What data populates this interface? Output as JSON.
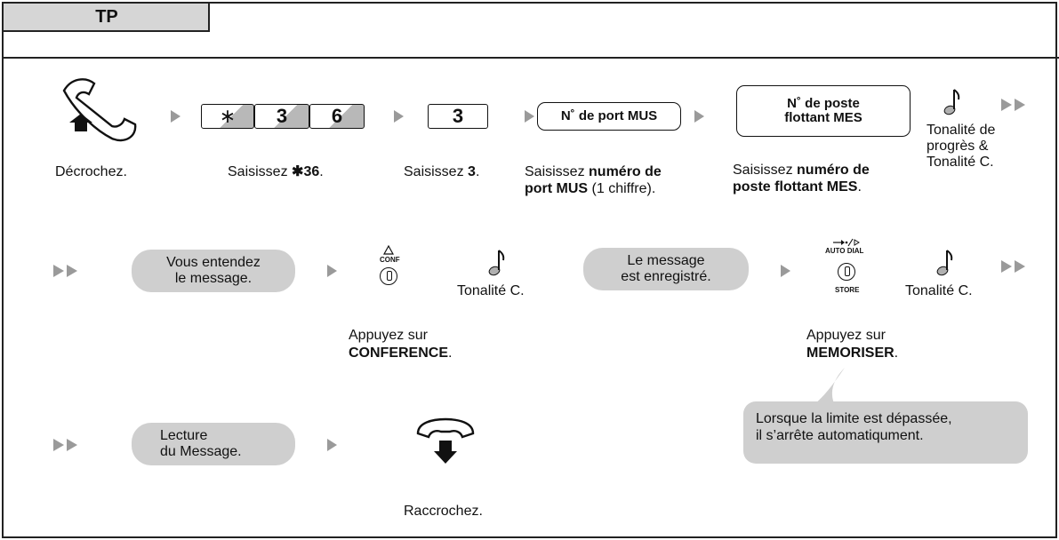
{
  "header": {
    "tab_label": "TP"
  },
  "row1": {
    "keys": {
      "star": "∗",
      "k3": "3",
      "k6": "6",
      "digit": "3"
    },
    "port_box": "N˚ de port MUS",
    "station_box": [
      "N˚ de poste",
      "flottant MES"
    ],
    "tone_text": [
      "Tonalité de",
      "progrès &",
      "Tonalité C."
    ],
    "captions": {
      "offhook": "Décrochez.",
      "enter36_prefix": "Saisissez ",
      "enter36_bold": "✱36",
      "enter36_suffix": ".",
      "enter3_prefix": "Saisissez ",
      "enter3_bold": "3",
      "enter3_suffix": ".",
      "port_line1_prefix": "Saisissez ",
      "port_line1_bold": "numéro de",
      "port_line2_bold": "port MUS",
      "port_line2_suffix": " (1 chiffre).",
      "station_line1_prefix": "Saisissez ",
      "station_line1_bold": "numéro de",
      "station_line2_bold": "poste flottant MES",
      "station_line2_suffix": "."
    }
  },
  "row2": {
    "pill_hear": [
      "Vous entendez",
      "le message."
    ],
    "conf_button_label": "CONF",
    "tone_c1": "Tonalité C.",
    "pill_recorded": [
      "Le message",
      "est enregistré."
    ],
    "autodial_label": "AUTO DIAL",
    "store_label": "STORE",
    "tone_c2": "Tonalité C.",
    "press_conf_line1": "Appuyez sur",
    "press_conf_line2_bold": "CONFERENCE",
    "press_conf_line2_suffix": ".",
    "press_store_line1": "Appuyez sur",
    "press_store_line2_bold": "MEMORISER",
    "press_store_line2_suffix": ".",
    "note": [
      "Lorsque la limite est dépassée,",
      "il s’arrête automatiqument."
    ]
  },
  "row3": {
    "pill_playback": [
      "Lecture",
      "du Message."
    ],
    "onhook": "Raccrochez."
  },
  "colors": {
    "pill": "#cfcfcf",
    "arrow": "#9a9a9a",
    "tab": "#d6d6d6"
  }
}
